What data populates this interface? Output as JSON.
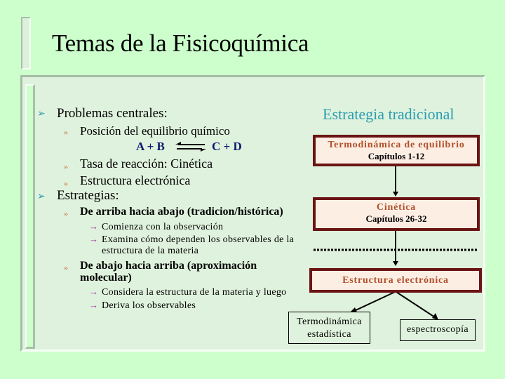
{
  "slide": {
    "title": "Temas de la Fisicoquímica",
    "background_color": "#ccffcc",
    "panel_color": "#dff2dd"
  },
  "outline": {
    "bullet_level1_glyph": "➢",
    "bullet_level2_glyph": "»",
    "bullet_level3_glyph": "→",
    "problems": {
      "label": "Problemas centrales:",
      "items": [
        "Posición del equilibrio químico",
        "Tasa de reacción: Cinética",
        "Estructura electrónica"
      ],
      "equation": {
        "left": "A + B",
        "arrow": "⇄",
        "right": "C + D"
      }
    },
    "strategies": {
      "label": "Estrategias:",
      "top_down": {
        "label": "De arriba hacia abajo (tradicion/histórica)",
        "items": [
          "Comienza con la observación",
          "Examina cómo dependen los observables de la",
          "estructura de la materia"
        ]
      },
      "bottom_up": {
        "label_line1": "De abajo hacia arriba (aproximación",
        "label_line2": "molecular)",
        "items": [
          "Considera la estructura de la materia y luego",
          "Deriva los observables"
        ]
      }
    }
  },
  "diagram": {
    "title": "Estrategia tradicional",
    "title_color": "#2a9db0",
    "box_border_color": "#6b1414",
    "box_heading_color": "#b0502a",
    "boxes": [
      {
        "heading": "Termodinámica de equilibrio",
        "sub": "Capítulos 1-12"
      },
      {
        "heading": "Cinética",
        "sub": "Capítulos 26-32"
      },
      {
        "heading": "Estructura electrónica",
        "sub": ""
      }
    ],
    "leaves": [
      {
        "line1": "Termodinámica",
        "line2": "estadística"
      },
      {
        "line1": "espectroscopía"
      }
    ]
  }
}
